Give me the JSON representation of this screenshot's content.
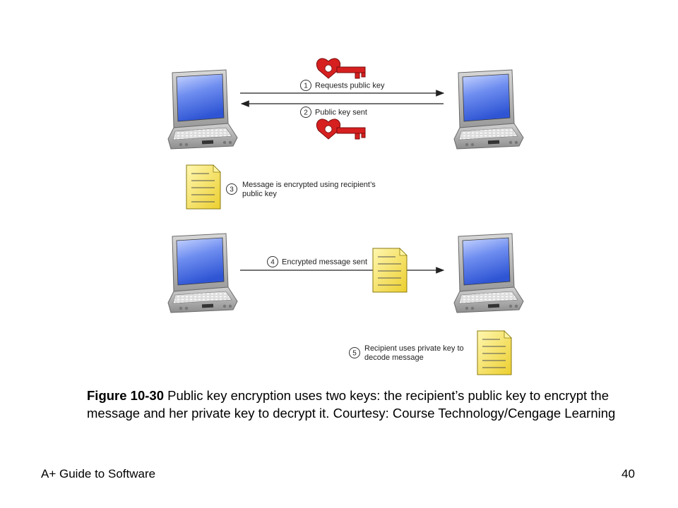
{
  "steps": [
    {
      "number": "1",
      "text": "Requests public key"
    },
    {
      "number": "2",
      "text": "Public key sent"
    },
    {
      "number": "3",
      "line1": "Message is encrypted using recipient’s",
      "line2": "public key"
    },
    {
      "number": "4",
      "text": "Encrypted message sent"
    },
    {
      "number": "5",
      "line1": "Recipient uses private key to",
      "line2": "decode message"
    }
  ],
  "caption": {
    "bold": "Figure 10-30",
    "text": " Public key encryption uses two keys: the recipient’s public key to encrypt the message and her private key to decrypt it. Courtesy: Course Technology/Cengage Learning"
  },
  "footer": {
    "left": "A+ Guide to Software",
    "right": "40"
  },
  "colors": {
    "key": "#d62020",
    "document": "#f3dc4a",
    "screen": "#4a6ee0",
    "laptop_body": "#b8b8b8"
  }
}
